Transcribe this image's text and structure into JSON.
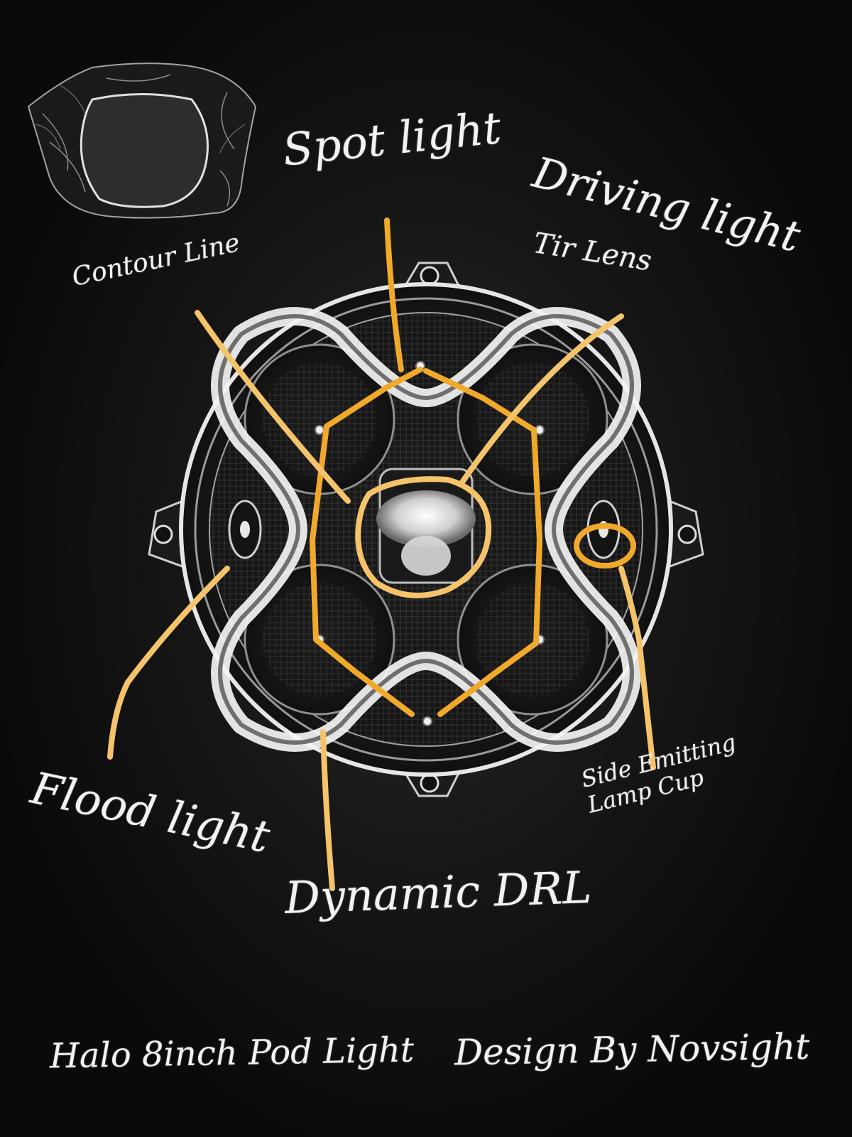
{
  "labels": {
    "spot_light": "Spot light",
    "driving_light": "Driving light",
    "tir_lens": "Tir Lens",
    "contour_line": "Contour Line",
    "flood_light": "Flood light",
    "dynamic_drl": "Dynamic DRL",
    "side_emitting_line1": "Side Emitting",
    "side_emitting_line2": "Lamp Cup"
  },
  "footer": {
    "product": "Halo 8inch Pod Light",
    "credit": "Design By Novsight"
  },
  "colors": {
    "background": "#0b0b0b",
    "chalk": "#f2f2f2",
    "annotation": "#f0a92a",
    "annotation_soft": "#f5c46a"
  }
}
